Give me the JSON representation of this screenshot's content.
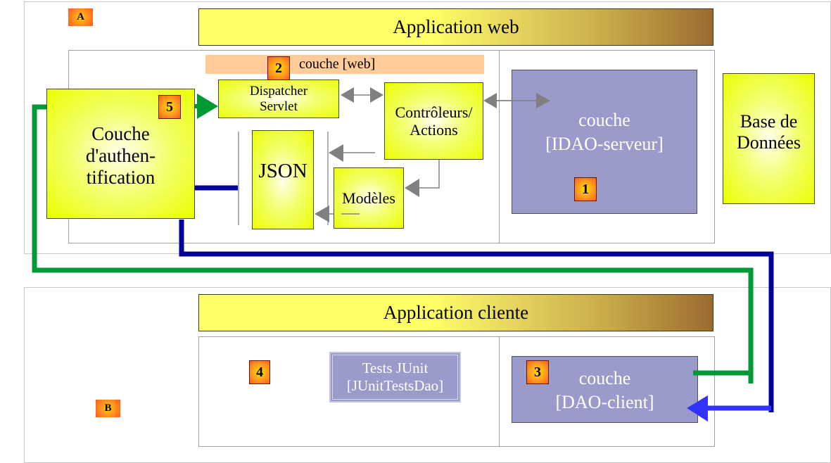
{
  "sections": {
    "server": {
      "badge": "A",
      "title": "Application web"
    },
    "client": {
      "badge": "B",
      "title": "Application cliente"
    }
  },
  "web_layer": {
    "label": "couche [web]",
    "badge": "2"
  },
  "nodes": {
    "auth": {
      "label": "Couche\nd'authen-\ntification",
      "badge": "5"
    },
    "dispatcher": {
      "label": "Dispatcher\nServlet"
    },
    "controllers": {
      "label": "Contrôleurs/\nActions"
    },
    "json": {
      "label": "JSON"
    },
    "models": {
      "label": "Modèles"
    },
    "idao_server": {
      "label": "couche\n[IDAO-serveur]",
      "badge": "1"
    },
    "database": {
      "label": "Base de\nDonnées"
    },
    "tests": {
      "label": "Tests JUnit\n[JUnitTestsDao]",
      "badge": "4"
    },
    "dao_client": {
      "label": "couche\n[DAO-client]",
      "badge": "3"
    }
  },
  "colors": {
    "green_link": "#009933",
    "blue_link": "#000099",
    "arrow_blue": "#3333ff",
    "gray_arrow": "#808080",
    "purple_box": "#9a9acb",
    "yellow_box": "#eaff00",
    "web_layer_bg": "#ffcc99"
  }
}
